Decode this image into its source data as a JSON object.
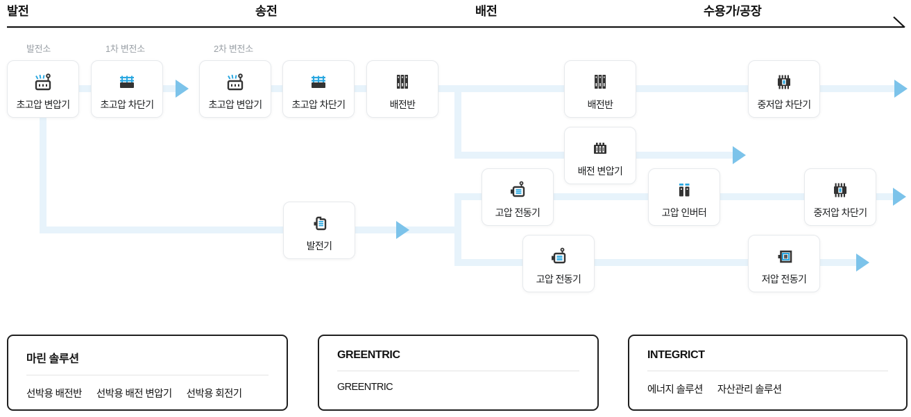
{
  "header": {
    "stages": [
      {
        "label": "발전"
      },
      {
        "label": "송전"
      },
      {
        "label": "배전"
      },
      {
        "label": "수용가/공장"
      }
    ]
  },
  "diagram": {
    "site_labels": [
      {
        "label": "발전소"
      },
      {
        "label": "1차 변전소"
      },
      {
        "label": "2차 변전소"
      }
    ],
    "nodes": [
      {
        "label": "초고압 변압기",
        "icon": "hv-transformer-icon"
      },
      {
        "label": "초고압 차단기",
        "icon": "hv-breaker-icon"
      },
      {
        "label": "초고압 변압기",
        "icon": "hv-transformer-icon"
      },
      {
        "label": "초고압 차단기",
        "icon": "hv-breaker-icon"
      },
      {
        "label": "배전반",
        "icon": "switchboard-icon"
      },
      {
        "label": "배전반",
        "icon": "switchboard-icon"
      },
      {
        "label": "중저압 차단기",
        "icon": "mv-lv-breaker-icon"
      },
      {
        "label": "배전 변압기",
        "icon": "distribution-transformer-icon"
      },
      {
        "label": "고압 전동기",
        "icon": "hv-motor-icon"
      },
      {
        "label": "고압 인버터",
        "icon": "hv-inverter-icon"
      },
      {
        "label": "중저압 차단기",
        "icon": "mv-lv-breaker-icon"
      },
      {
        "label": "발전기",
        "icon": "generator-icon"
      },
      {
        "label": "고압 전동기",
        "icon": "hv-motor-icon"
      },
      {
        "label": "저압 전동기",
        "icon": "lv-motor-icon"
      }
    ]
  },
  "cards": [
    {
      "title": "마린 솔루션",
      "links": [
        "선박용 배전반",
        "선박용 배전 변압기",
        "선박용 회전기"
      ]
    },
    {
      "title": "GREENTRIC",
      "links": [
        "GREENTRIC"
      ]
    },
    {
      "title": "INTEGRICT",
      "links": [
        "에너지 솔루션",
        "자산관리 솔루션"
      ]
    }
  ],
  "colors": {
    "accent_blue": "#2aa7e0",
    "connector_band": "#e7f3fb",
    "arrow_blue": "#7cc3ea",
    "icon_dark": "#333333",
    "text_dark": "#111111",
    "text_gray": "#9aa0a6"
  }
}
